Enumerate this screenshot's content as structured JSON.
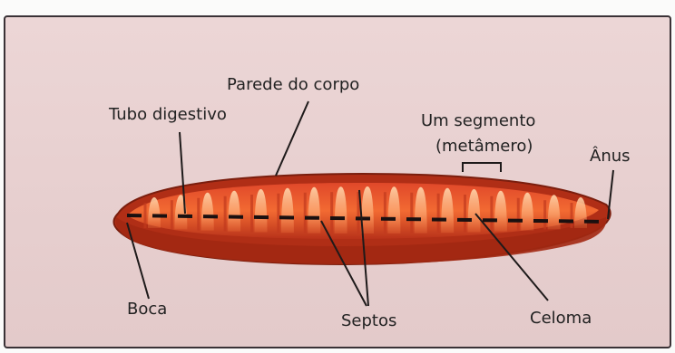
{
  "labels": {
    "body_wall": "Parede do corpo",
    "digestive_tube": "Tubo digestivo",
    "segment_line1": "Um segmento",
    "segment_line2": "(metâmero)",
    "anus": "Ânus",
    "mouth": "Boca",
    "septa": "Septos",
    "coelom": "Celoma"
  },
  "colors": {
    "background": "#e8d0d0",
    "body_outer": "#c63a1c",
    "body_inner": "#f06a2a",
    "septum_highlight": "#fbd0a0",
    "gut": "#1a1010",
    "leader_line": "#1e1a1a"
  },
  "septa_count": 17
}
